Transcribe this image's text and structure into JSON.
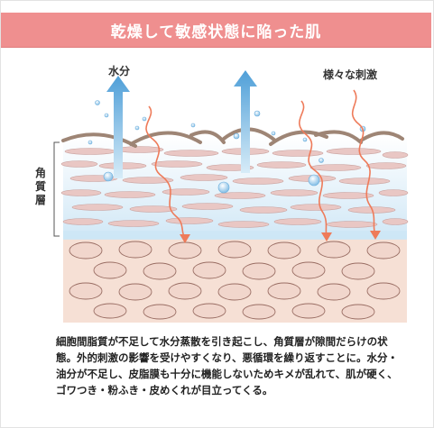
{
  "title": "乾燥して敏感状態に陥った肌",
  "labels": {
    "water": "水分",
    "stimulus": "様々な刺激",
    "stratum": "角質層"
  },
  "description": "細胞間脂質が不足して水分蒸散を引き起こし、角質層が隙間だらけの状態。外的刺激の影響を受けやすくなり、悪循環を繰り返すことに。水分・油分が不足し、皮脂膜も十分に機能しないためキメが乱れて、肌が硬く、ゴワつき・粉ふき・皮めくれが目立ってくる。",
  "colors": {
    "title_bg": "#ef8f8f",
    "water_arrow": "#5fa8dc",
    "stimulus_line": "#ee7b5a",
    "corneocyte": "#e9c7c4",
    "sebum_curve": "#9e8575",
    "dermis_bg": "#f6e0d5"
  }
}
